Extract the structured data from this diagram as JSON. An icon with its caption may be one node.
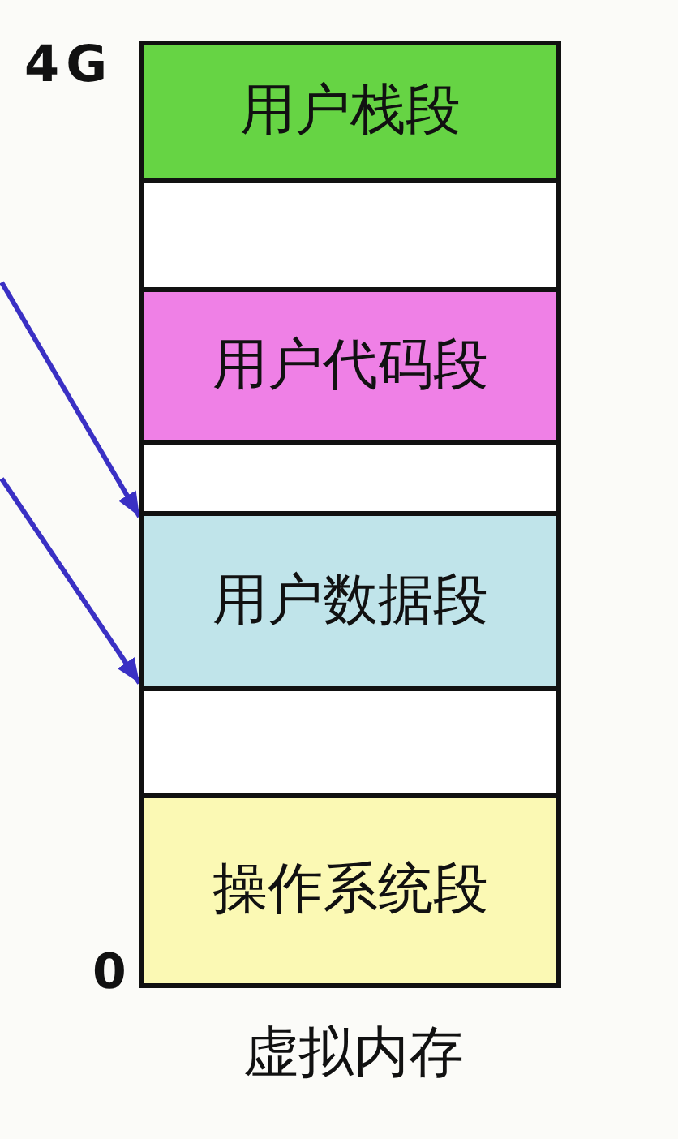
{
  "diagram": {
    "nodes": [
      {
        "text": [
          "用户栈段"
        ]
      },
      {
        "text": [],
        "shape": "box"
      },
      {
        "text": [
          "用户代码段"
        ]
      },
      {
        "text": [],
        "shape": "box"
      },
      {
        "text": [
          "用户数据段"
        ]
      },
      {
        "text": [],
        "shape": "box"
      },
      {
        "text": [
          "操作系统段"
        ]
      }
    ],
    "edges": [
      {
        "from": null,
        "to": 4,
        "arrow": "to"
      },
      {
        "from": null,
        "to": 4,
        "arrow": "to"
      }
    ],
    "labels": [
      "4G",
      "0",
      "虚拟内存"
    ]
  }
}
